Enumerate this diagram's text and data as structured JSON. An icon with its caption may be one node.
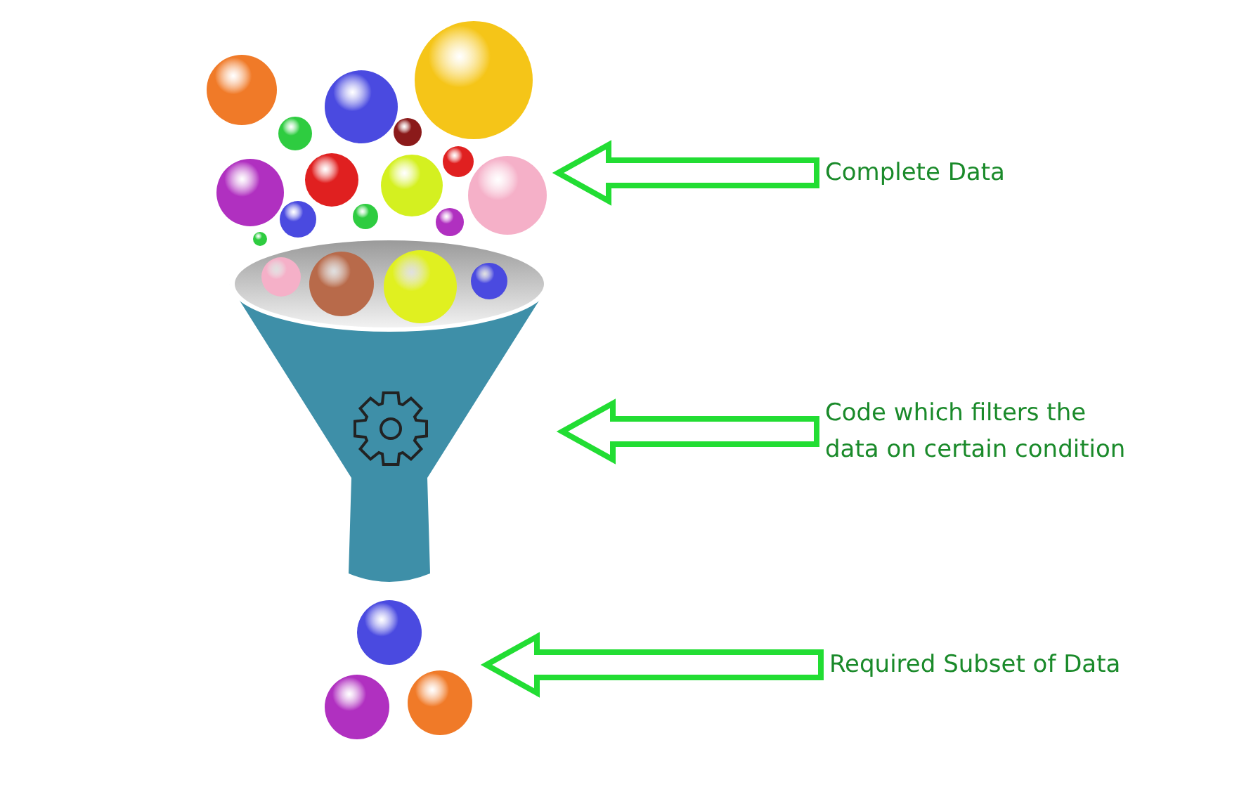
{
  "diagram": {
    "nodes": [
      {
        "text": [
          "Complete Data"
        ]
      },
      {
        "text": [
          "Code which filters the data on certain condition"
        ]
      },
      {
        "text": [
          "Required Subset of Data"
        ]
      },
      {
        "text": [],
        "shape": "picture"
      },
      {
        "text": [],
        "shape": "picture"
      },
      {
        "text": [],
        "shape": "picture"
      }
    ],
    "edges": [
      {
        "from": 0,
        "to": 3,
        "arrow": "to"
      },
      {
        "from": 1,
        "to": 4,
        "arrow": "to"
      },
      {
        "from": 2,
        "to": 5,
        "arrow": "to"
      }
    ]
  }
}
